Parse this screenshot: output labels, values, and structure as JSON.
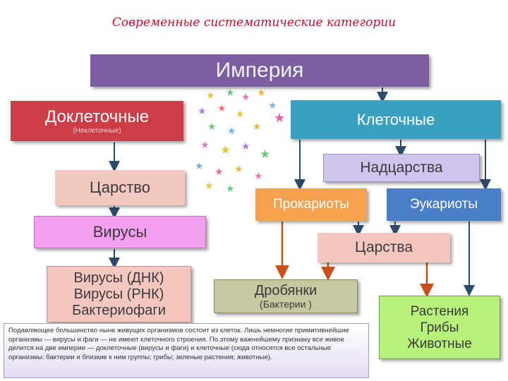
{
  "title": "Современные систематические категории",
  "boxes": {
    "empire": {
      "text": "Империя",
      "color": "#7b5fa0"
    },
    "precell": {
      "text": "Доклеточные",
      "sub": "(Неклеточные)",
      "color": "#cc3d46"
    },
    "cellular": {
      "text": "Клеточные",
      "color": "#3aa0bf"
    },
    "kingdom": {
      "text": "Царство",
      "color": "#f3c8c0"
    },
    "viruses": {
      "text": "Вирусы",
      "color": "#f3a0f0"
    },
    "virus_types": {
      "lines": [
        "Вирусы (ДНК)",
        "Вирусы (РНК)",
        "Бактериофаги"
      ],
      "color": "#f4c8c0"
    },
    "superkingdoms": {
      "text": "Надцарства",
      "color": "#cfc5ee"
    },
    "prokaryotes": {
      "text": "Прокариоты",
      "color": "#f7a14e"
    },
    "eukaryotes": {
      "text": "Эукариоты",
      "color": "#4a7fc8"
    },
    "kingdoms": {
      "text": "Царства",
      "color": "#f4c8c0"
    },
    "drobyanki": {
      "text": "Дробянки",
      "sub": "(Бактерии )",
      "color": "#c8c8a0"
    },
    "plants": {
      "lines": [
        "Растения",
        "Грибы",
        "Животные"
      ],
      "color": "#b7f07a"
    }
  },
  "note": "Подавляющее большинство ныне живущих организмов состоит из клеток. Лишь немногие примитивнейшие организмы — вирусы и фаги — не имеют клеточного строения. По этому важнейшему признаку все живое делится на две империи — доклеточные (вирусы и фаги) и клеточные (сюда относятся все остальные организмы: бактерии и близкие к ним группы; грибы; зеленые растения; животные).",
  "colors": {
    "arrow_dark": "#2c4a6c",
    "arrow_orange": "#c8501a",
    "title": "#c0102c"
  }
}
